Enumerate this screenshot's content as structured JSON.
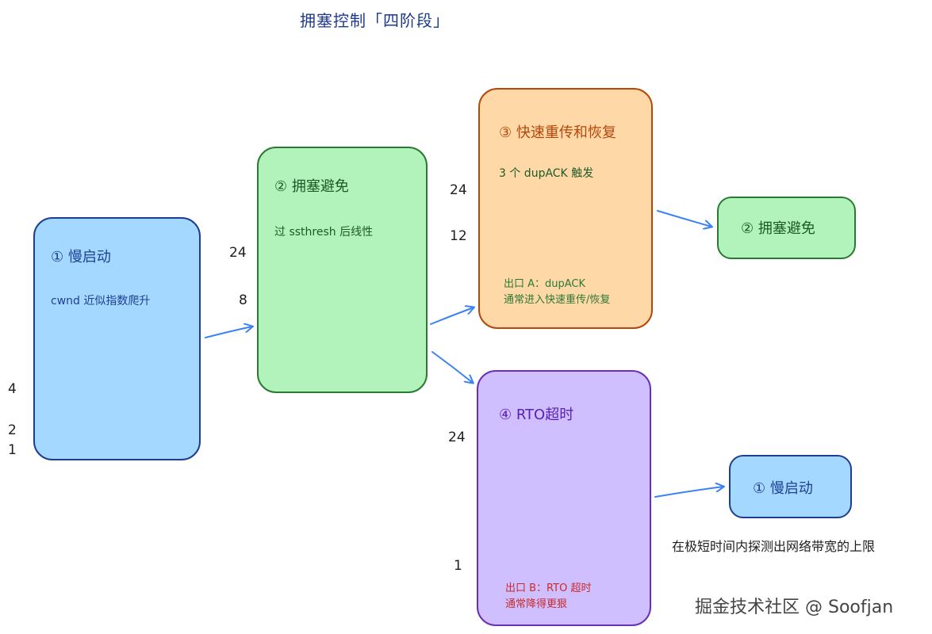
{
  "title": "拥塞控制「四阶段」",
  "slow_start": {
    "heading": "① 慢启动",
    "note": "cwnd 近似指数爬升",
    "ticks": [
      "4",
      "2",
      "1"
    ]
  },
  "congestion_avoidance": {
    "heading": "② 拥塞避免",
    "note": "过 ssthresh 后线性",
    "ticks": [
      "24",
      "8"
    ]
  },
  "fast_recovery": {
    "heading": "③ 快速重传和恢复",
    "trigger": "3 个 dupACK 触发",
    "ticks": [
      "24",
      "12"
    ],
    "exit_line1": "出口 A：dupACK",
    "exit_line2": "通常进入快速重传/恢复"
  },
  "rto_timeout": {
    "heading": "④ RTO超时",
    "ticks": [
      "24",
      "1"
    ],
    "exit_line1": "出口 B：RTO 超时",
    "exit_line2": "通常降得更狠"
  },
  "next_avoidance": {
    "label": "② 拥塞避免"
  },
  "next_slow_start": {
    "label": "① 慢启动"
  },
  "slow_start_caption": "在极短时间内探测出网络带宽的上限",
  "watermark": "掘金技术社区 @ Soofjan",
  "colors": {
    "blue_fill": "#a5d8ff",
    "green_fill": "#b2f2bb",
    "orange_fill": "#ffd8a8",
    "purple_fill": "#d0bfff",
    "arrow": "#3b82f6"
  }
}
